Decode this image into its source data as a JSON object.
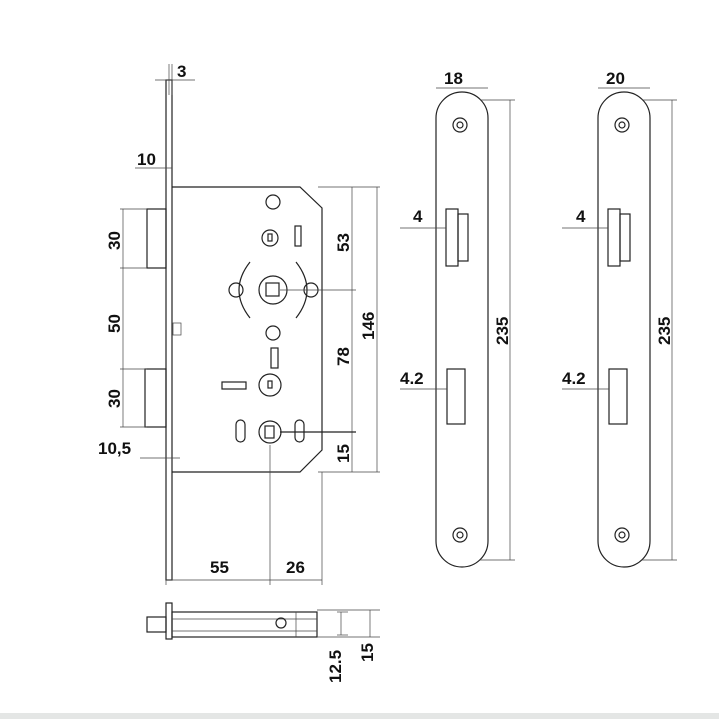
{
  "front_view": {
    "dims": {
      "faceplate_thickness": "3",
      "faceplate_offset": "10",
      "latch_height": "30",
      "latch_to_bolt": "50",
      "bolt_height": "30",
      "bottom_offset": "10,5",
      "backset": "55",
      "cylinder_offset": "26",
      "top_to_spindle": "53",
      "body_height": "146",
      "spindle_to_cylinder": "78",
      "cylinder_to_bottom": "15"
    }
  },
  "strike_plate_1": {
    "width": "18",
    "latch_offset": "4",
    "height": "235",
    "bolt_offset": "4.2"
  },
  "strike_plate_2": {
    "width": "20",
    "latch_offset": "4",
    "height": "235",
    "bolt_offset": "4.2"
  },
  "bottom_view": {
    "inner_thickness": "12.5",
    "outer_thickness": "15"
  }
}
